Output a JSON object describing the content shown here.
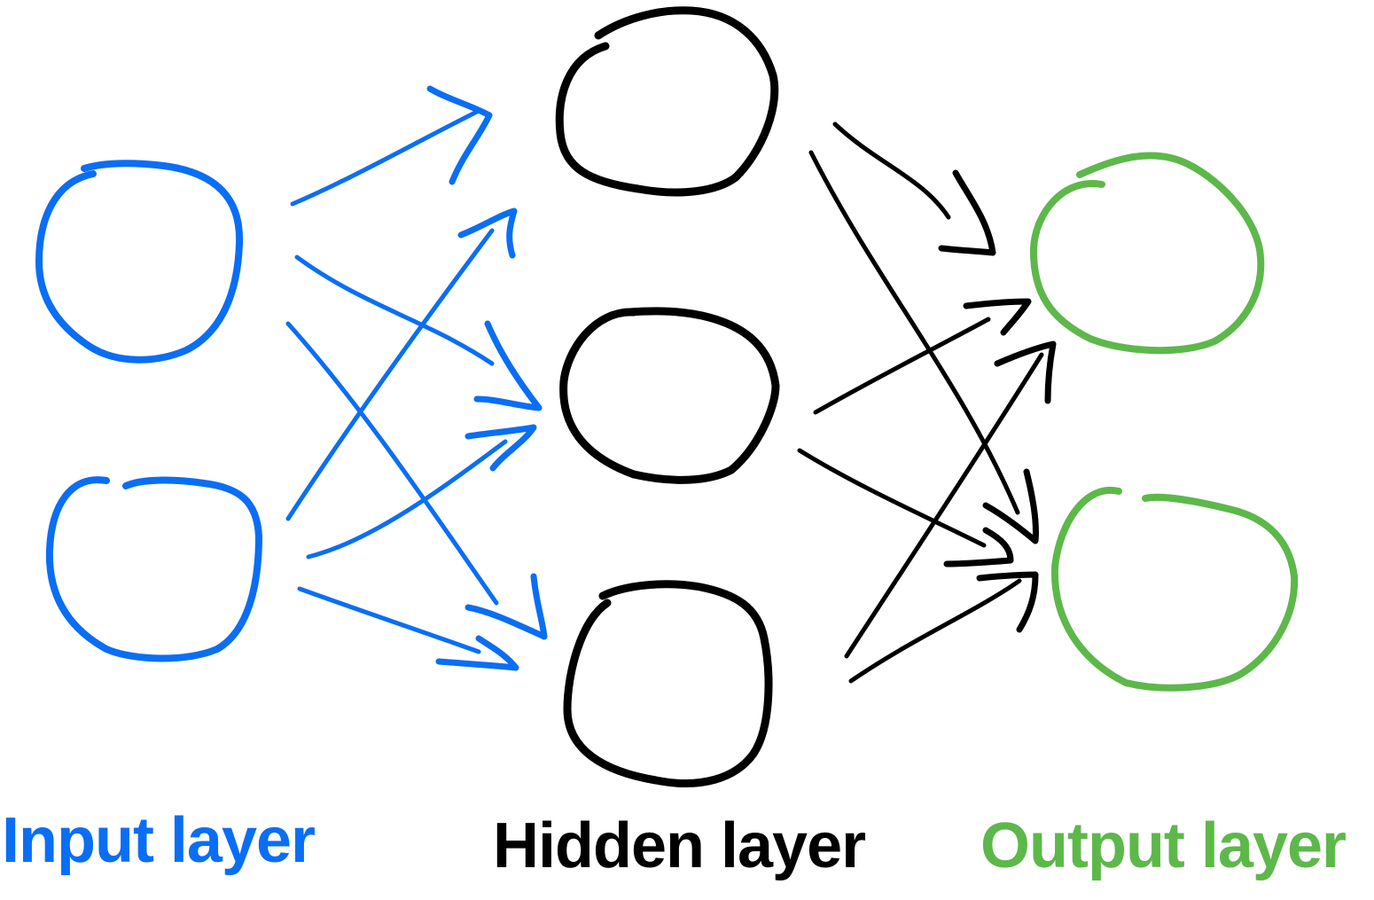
{
  "labels": {
    "input": "Input layer",
    "hidden": "Hidden layer",
    "output": "Output layer"
  },
  "colors": {
    "input": "#0a6ef5",
    "hidden": "#000000",
    "output": "#5db84a"
  },
  "layers": {
    "input": {
      "node_count": 2
    },
    "hidden": {
      "node_count": 3
    },
    "output": {
      "node_count": 2
    }
  },
  "connections": {
    "input_to_hidden": 6,
    "hidden_to_output": 6
  }
}
